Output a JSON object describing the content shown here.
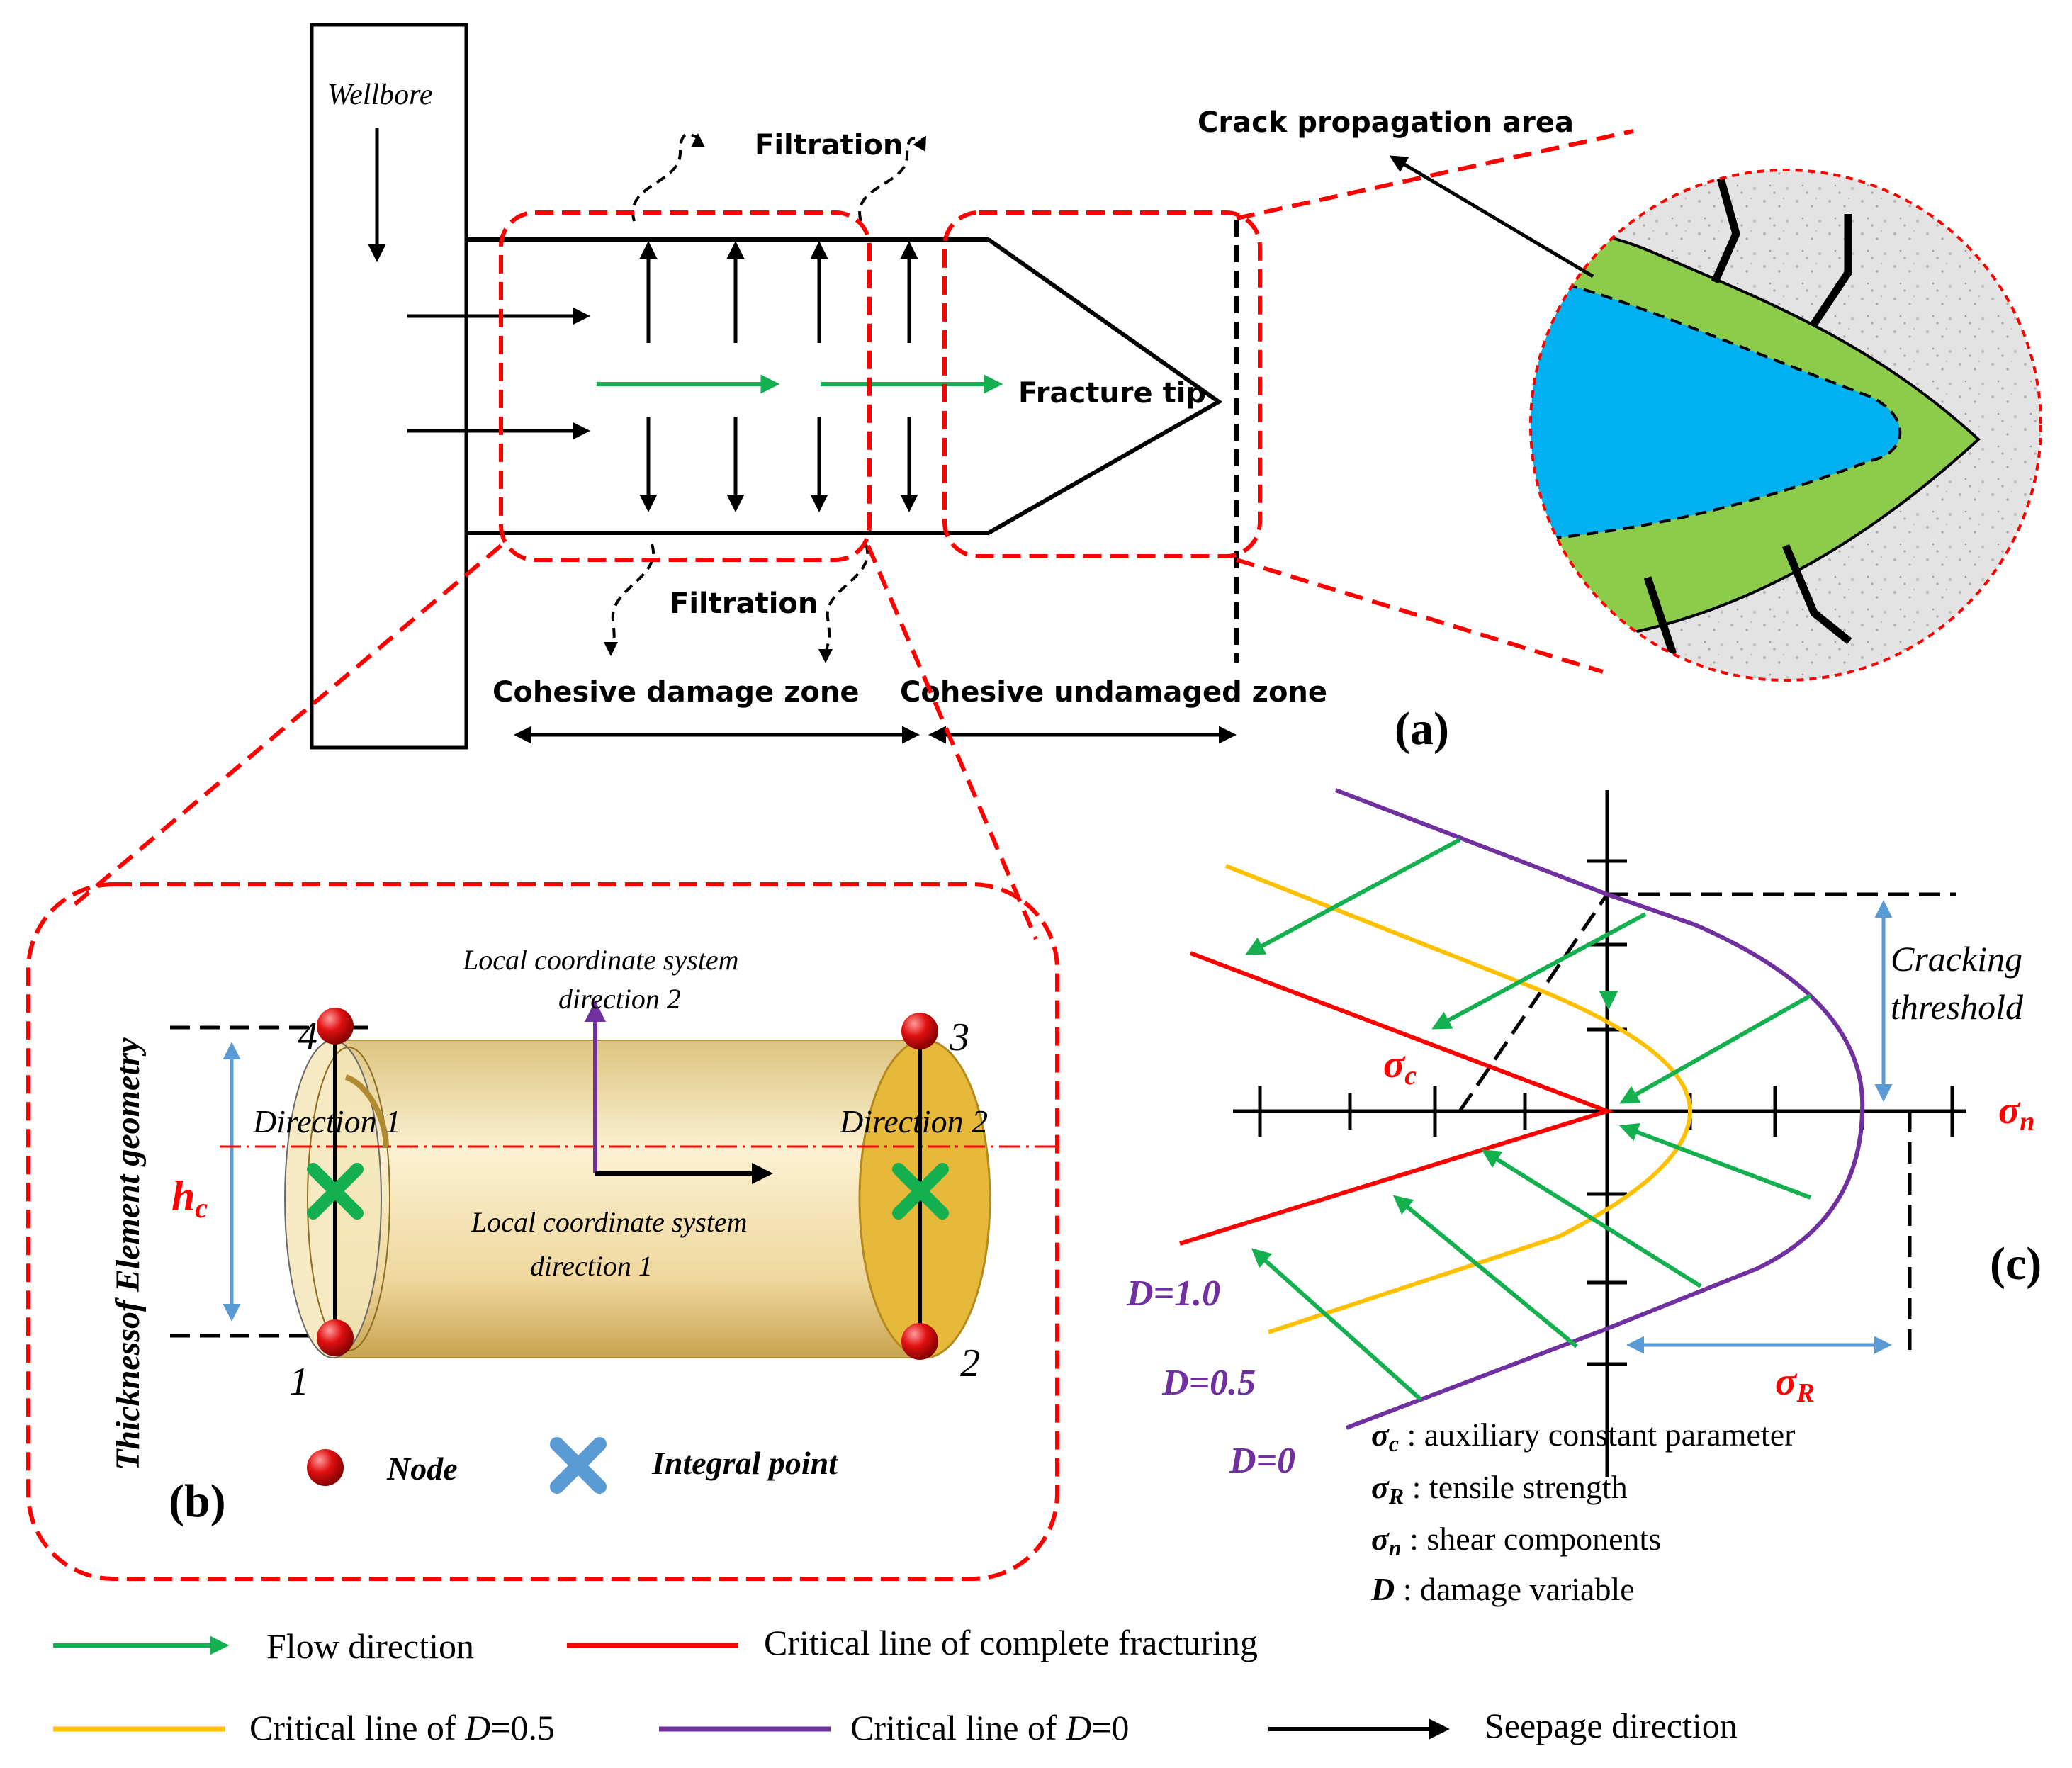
{
  "panel_a": {
    "wellbore": "Wellbore",
    "filtration_top": "Filtration",
    "filtration_bottom": "Filtration",
    "fracture_tip": "Fracture tip",
    "crack_area": "Crack propagation area",
    "damage_zone": "Cohesive damage zone",
    "undamaged_zone": "Cohesive undamaged zone",
    "label": "(a)"
  },
  "panel_b": {
    "thickness": "Thicknessof Element geometry",
    "lcs2_line1": "Local coordinate system",
    "lcs2_line2": "direction 2",
    "lcs1_line1": "Local coordinate system",
    "lcs1_line2": "direction 1",
    "direction1": "Direction 1",
    "direction2": "Direction 2",
    "node_1": "1",
    "node_2": "2",
    "node_3": "3",
    "node_4": "4",
    "hc": "h",
    "hc_sub": "c",
    "legend_node": "Node",
    "legend_integral": "Integral point",
    "label": "(b)"
  },
  "panel_c": {
    "cracking_1": "Cracking",
    "cracking_2": "threshold",
    "sigma_c": "σ",
    "sigma_c_sub": "c",
    "sigma_n": "σ",
    "sigma_n_sub": "n",
    "sigma_r": "σ",
    "sigma_r_sub": "R",
    "d10": "D=1.0",
    "d05": "D=0.5",
    "d0": "D=0",
    "def_c_sym": "σ",
    "def_c_sub": "c",
    "def_c_text": " : auxiliary constant parameter",
    "def_r_sym": "σ",
    "def_r_sub": "R",
    "def_r_text": " : tensile strength",
    "def_n_sym": "σ",
    "def_n_sub": "n",
    "def_n_text": " : shear components",
    "def_d_sym": "D",
    "def_d_text": " :  damage variable",
    "label": "(c)"
  },
  "legend": {
    "flow": "Flow direction",
    "complete": "Critical line of complete fracturing",
    "d05_prefix": "Critical line of ",
    "d05_var": "D",
    "d05_val": "=0.5",
    "d0_prefix": "Critical line of ",
    "d0_var": "D",
    "d0_val": "=0",
    "seepage": "Seepage direction"
  },
  "colors": {
    "red": "#ff0000",
    "green": "#14b050",
    "yellow": "#ffc000",
    "purple": "#7030a0",
    "blue": "#00b0f0",
    "lime": "#8ccc4a",
    "steel": "#5b9bd5",
    "purple_text": "#7030a0"
  }
}
